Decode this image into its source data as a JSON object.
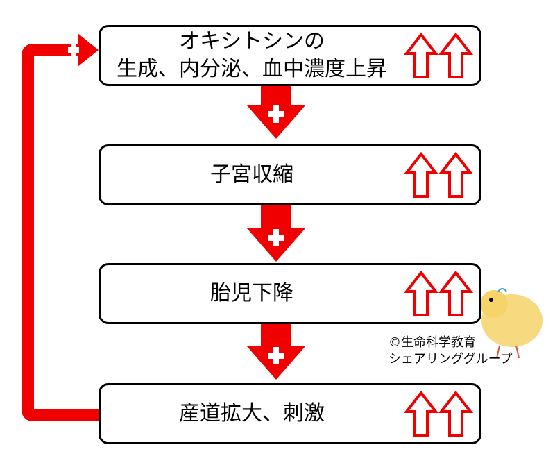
{
  "colors": {
    "arrow_red": "#f00000",
    "outline": "#000000",
    "background": "#ffffff"
  },
  "steps": [
    {
      "label": "オキシトシンの\n生成、内分泌、血中濃度上昇"
    },
    {
      "label": "子宮収縮"
    },
    {
      "label": "胎児下降"
    },
    {
      "label": "産道拡大、刺激"
    }
  ],
  "connector_icon": "plus-icon",
  "indicator_icon": "double-up-arrow-icon",
  "credit": "©生命科学教育\nシェアリンググループ"
}
